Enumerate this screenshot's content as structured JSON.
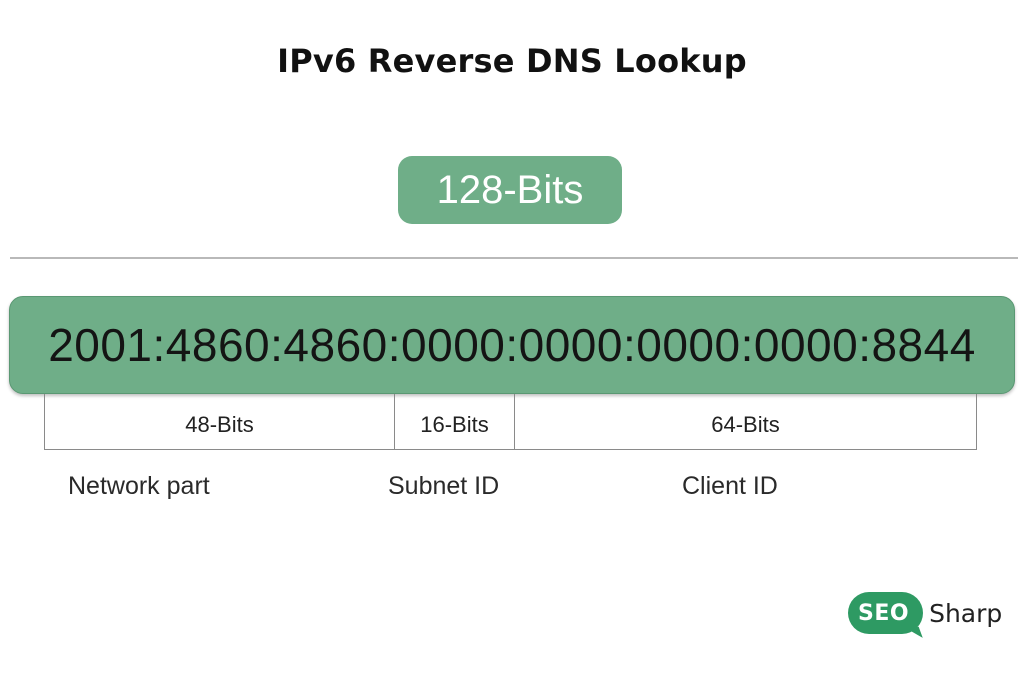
{
  "title": "IPv6 Reverse DNS Lookup",
  "total_bits": "128-Bits",
  "address": "2001:4860:4860:0000:0000:0000:0000:8844",
  "segments": [
    {
      "bits": "48-Bits",
      "label": "Network part"
    },
    {
      "bits": "16-Bits",
      "label": "Subnet ID"
    },
    {
      "bits": "64-Bits",
      "label": "Client ID"
    }
  ],
  "logo": {
    "badge": "SEO",
    "text": "Sharp"
  },
  "colors": {
    "accent_green": "#6fae88",
    "logo_green": "#2e9a63"
  }
}
